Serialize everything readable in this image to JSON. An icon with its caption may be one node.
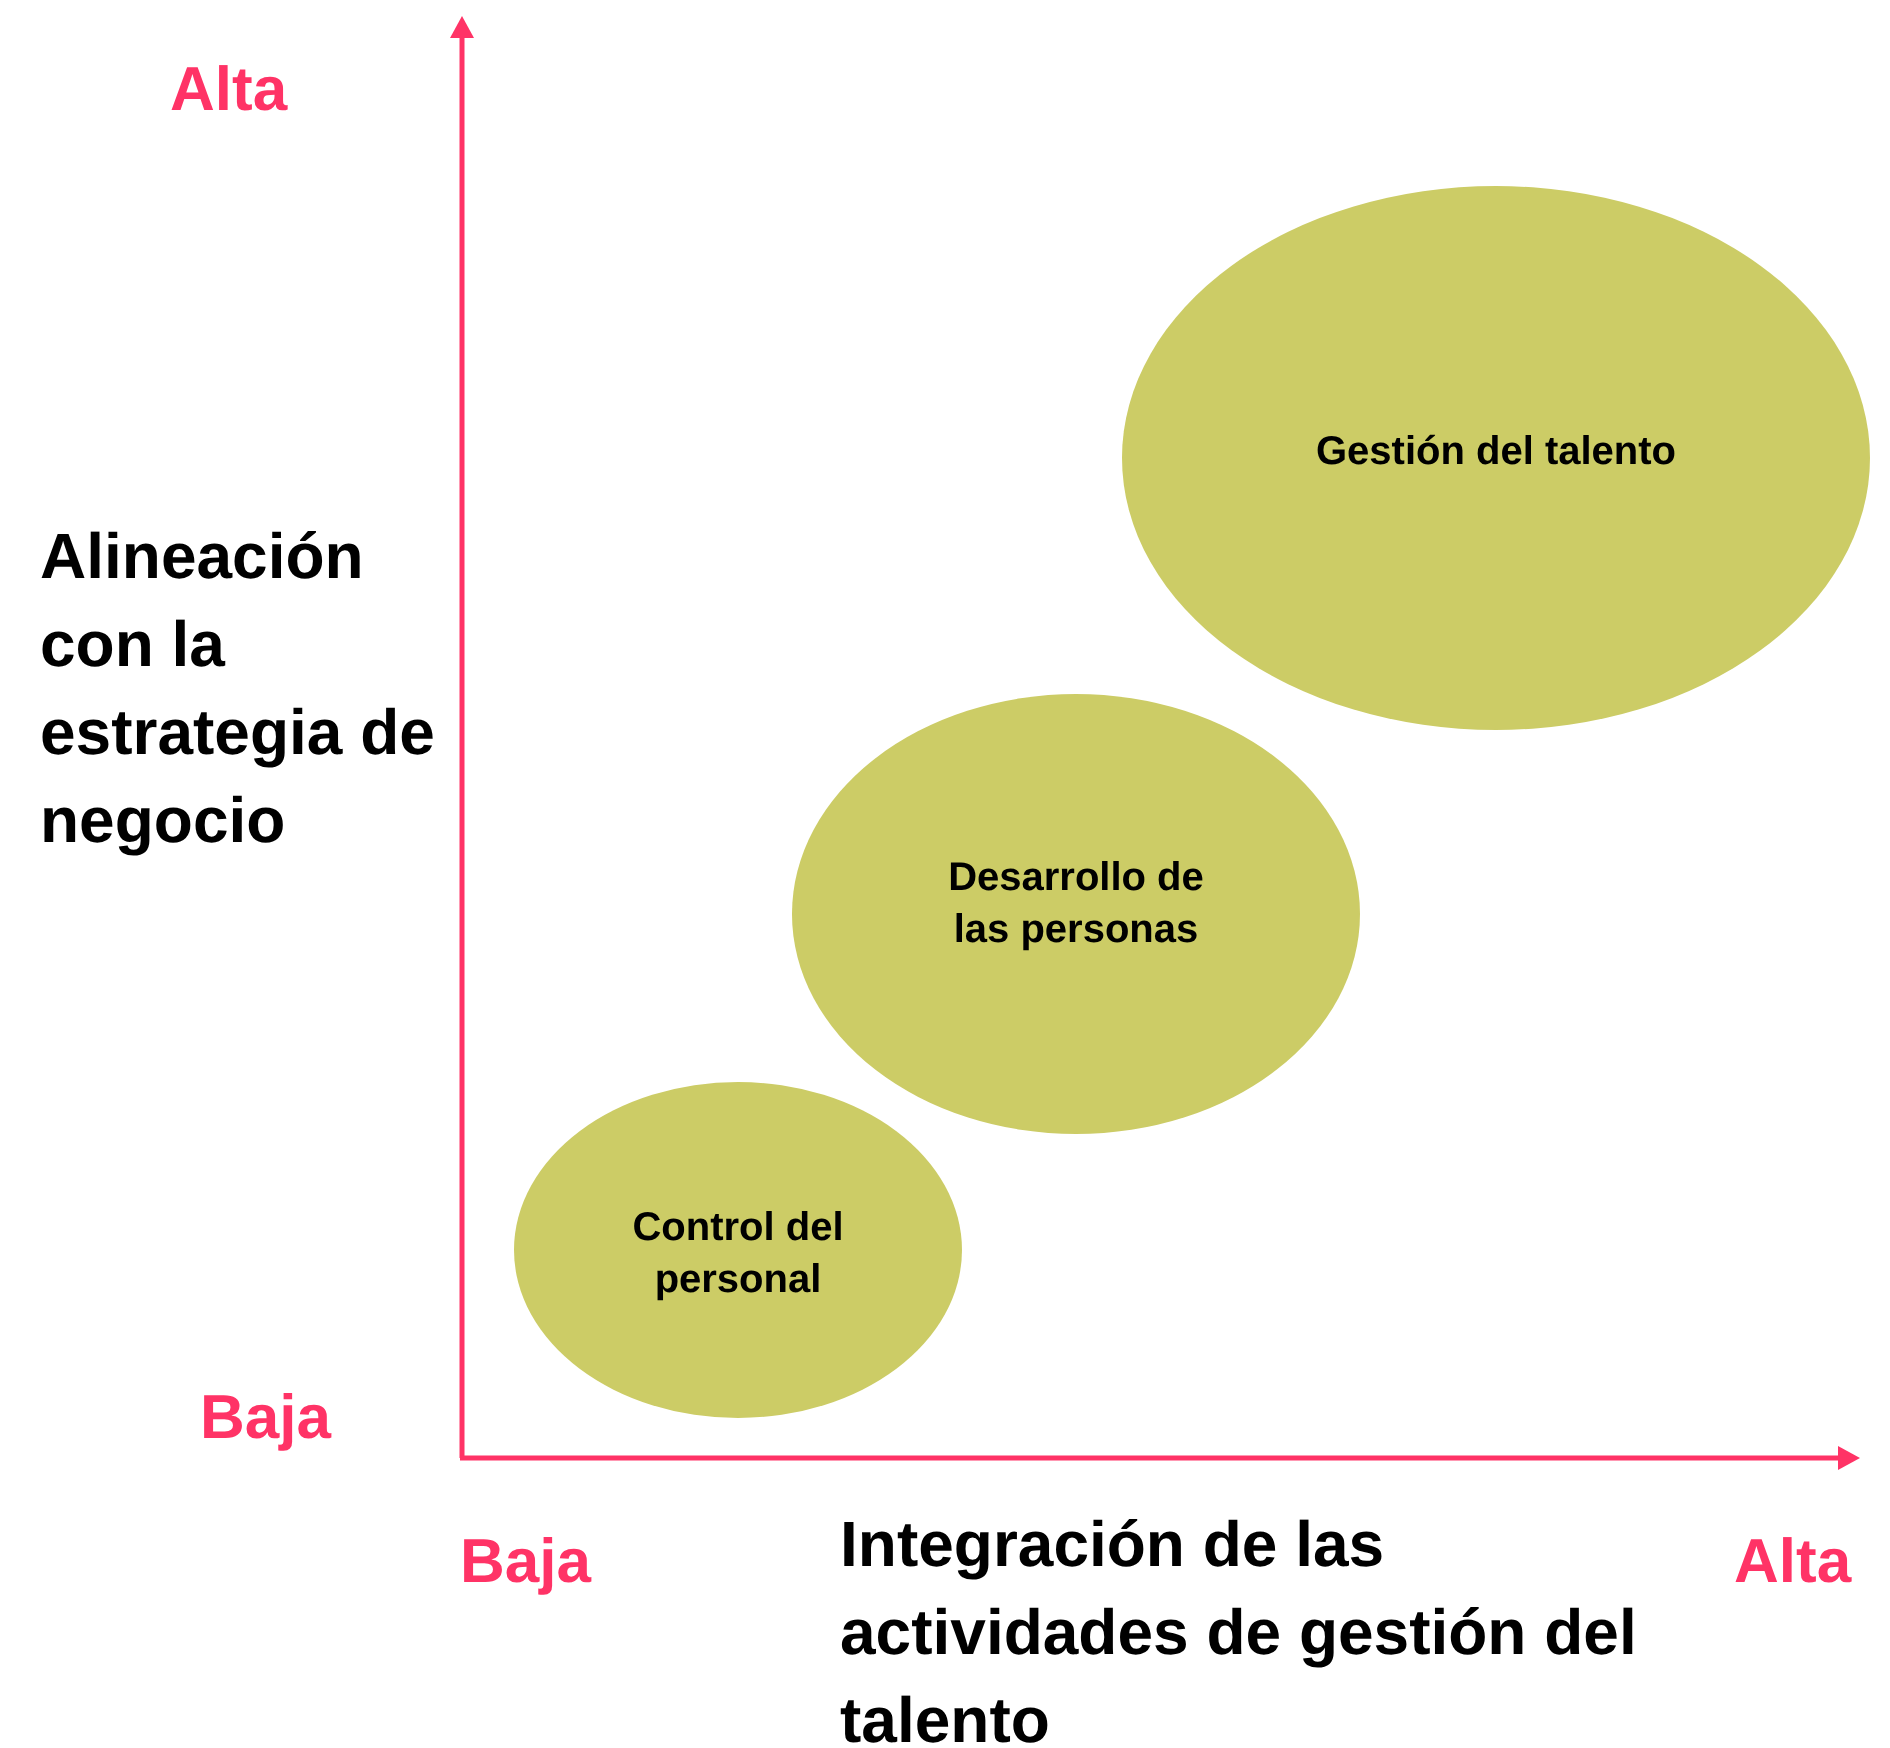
{
  "diagram": {
    "nodes": [
      {
        "text": [
          "Gestión del talento"
        ]
      },
      {
        "text": [
          "Desarrollo de las personas"
        ]
      },
      {
        "text": [
          "Control del personal"
        ]
      }
    ],
    "labels": [
      "Alta",
      "Alineación con la estrategia de negocio",
      "Baja",
      "Baja",
      "Integración de las actividades de gestión del talento",
      "Alta"
    ]
  }
}
